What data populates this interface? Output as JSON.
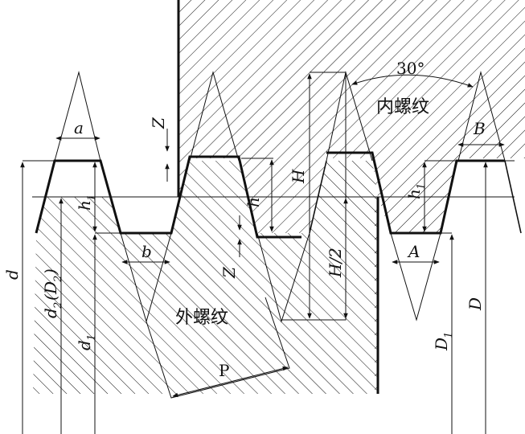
{
  "labels": {
    "angle": "30°",
    "internal_thread": "内螺纹",
    "external_thread": "外螺纹",
    "a": "a",
    "b": "b",
    "B": "B",
    "A": "A",
    "Z_top": "Z",
    "Z_bottom": "Z",
    "H": "H",
    "H_half": "H/2",
    "h": "h",
    "h1_left": "h",
    "h1_right": "h",
    "h1_sub": "1",
    "P": "P",
    "d": "d",
    "d2": "d",
    "d2_sub": "2",
    "D2": "D",
    "D2_sub": "2",
    "d1": "d",
    "d1_sub": "1",
    "D1": "D",
    "D1_sub": "1",
    "D": "D"
  },
  "colors": {
    "line": "#111111",
    "background": "#ffffff"
  }
}
